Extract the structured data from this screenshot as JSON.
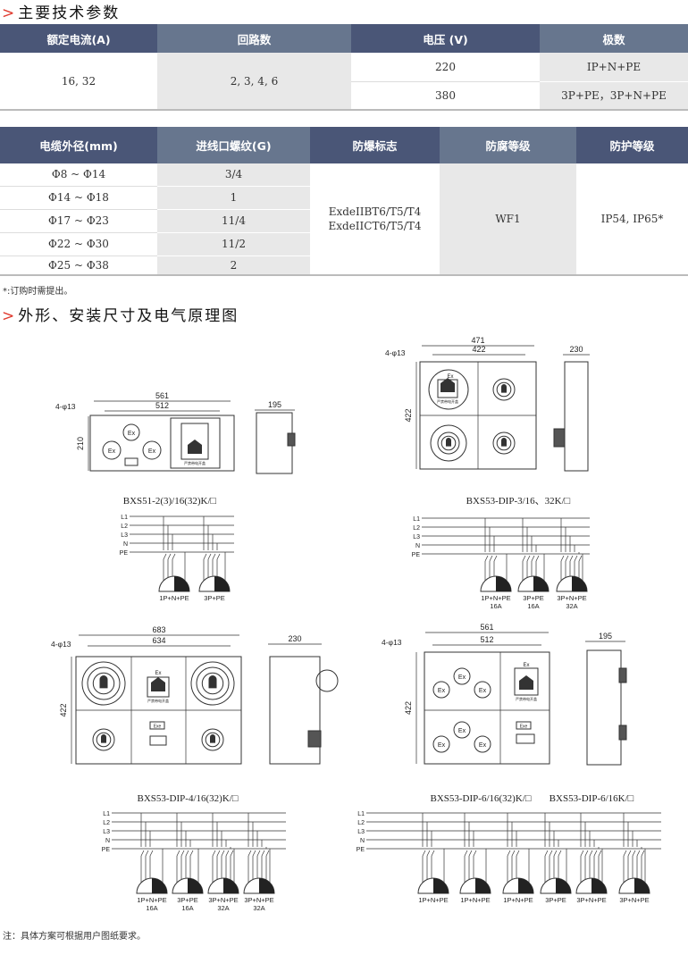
{
  "section1_title": "主要技术参数",
  "table1": {
    "headers": [
      "额定电流(A)",
      "回路数",
      "电压 (V)",
      "极数"
    ],
    "current": "16, 32",
    "circuits": "2, 3, 4, 6",
    "rows": [
      {
        "voltage": "220",
        "poles": "IP+N+PE"
      },
      {
        "voltage": "380",
        "poles": "3P+PE，3P+N+PE"
      }
    ]
  },
  "table2": {
    "headers": [
      "电缆外径(mm)",
      "进线口螺纹(G)",
      "防爆标志",
      "防腐等级",
      "防护等级"
    ],
    "rows": [
      {
        "diameter": "Φ8 ~ Φ14",
        "thread": "3/4"
      },
      {
        "diameter": "Φ14 ~ Φ18",
        "thread": "1"
      },
      {
        "diameter": "Φ17 ~ Φ23",
        "thread": "11/4"
      },
      {
        "diameter": "Φ22 ~ Φ30",
        "thread": "11/2"
      },
      {
        "diameter": "Φ25 ~ Φ38",
        "thread": "2"
      }
    ],
    "ex_mark": [
      "ExdeIIBT6/T5/T4",
      "ExdeIICT6/T5/T4"
    ],
    "corrosion": "WF1",
    "protection": "IP54, IP65*"
  },
  "footnote": "*:订购时需提出。",
  "section2_title": "外形、安装尺寸及电气原理图",
  "bottom_note": "注：具体方案可根据用户图纸要求。",
  "phases": [
    "L1",
    "L2",
    "L3",
    "N",
    "PE"
  ],
  "diagrams": [
    {
      "model": "BXS51-2(3)/16(32)K/□",
      "dims": {
        "overall": "561",
        "mount": "512",
        "holes": "4-φ13",
        "height": "210",
        "depth": "195"
      },
      "loads": [
        {
          "label": "1P+N+PE"
        },
        {
          "label": "3P+PE"
        }
      ]
    },
    {
      "model": "BXS53-DIP-3/16、32K/□",
      "dims": {
        "overall": "471",
        "mount": "422",
        "holes": "4-φ13",
        "height": "422",
        "depth": "230"
      },
      "loads": [
        {
          "label": "1P+N+PE",
          "rating": "16A"
        },
        {
          "label": "3P+PE",
          "rating": "16A"
        },
        {
          "label": "3P+N+PE",
          "rating": "32A"
        }
      ]
    },
    {
      "model": "BXS53-DIP-4/16(32)K/□",
      "dims": {
        "overall": "683",
        "mount": "634",
        "holes": "4-φ13",
        "height": "422",
        "depth": "230"
      },
      "loads": [
        {
          "label": "1P+N+PE",
          "rating": "16A"
        },
        {
          "label": "3P+PE",
          "rating": "16A"
        },
        {
          "label": "3P+N+PE",
          "rating": "32A"
        },
        {
          "label": "3P+N+PE",
          "rating": "32A"
        }
      ]
    },
    {
      "model": "BXS53-DIP-6/16(32)K/□",
      "model2": "BXS53-DIP-6/16K/□",
      "dims": {
        "overall": "561",
        "mount": "512",
        "holes": "4-φ13",
        "height": "422",
        "depth": "195"
      },
      "loads": [
        {
          "label": "1P+N+PE"
        },
        {
          "label": "1P+N+PE"
        },
        {
          "label": "1P+N+PE"
        },
        {
          "label": "3P+PE"
        },
        {
          "label": "3P+N+PE"
        },
        {
          "label": "3P+N+PE"
        }
      ]
    }
  ],
  "ex_label": "Ex",
  "exe_label": "Exe",
  "switch_text": "严禁带电开盖"
}
